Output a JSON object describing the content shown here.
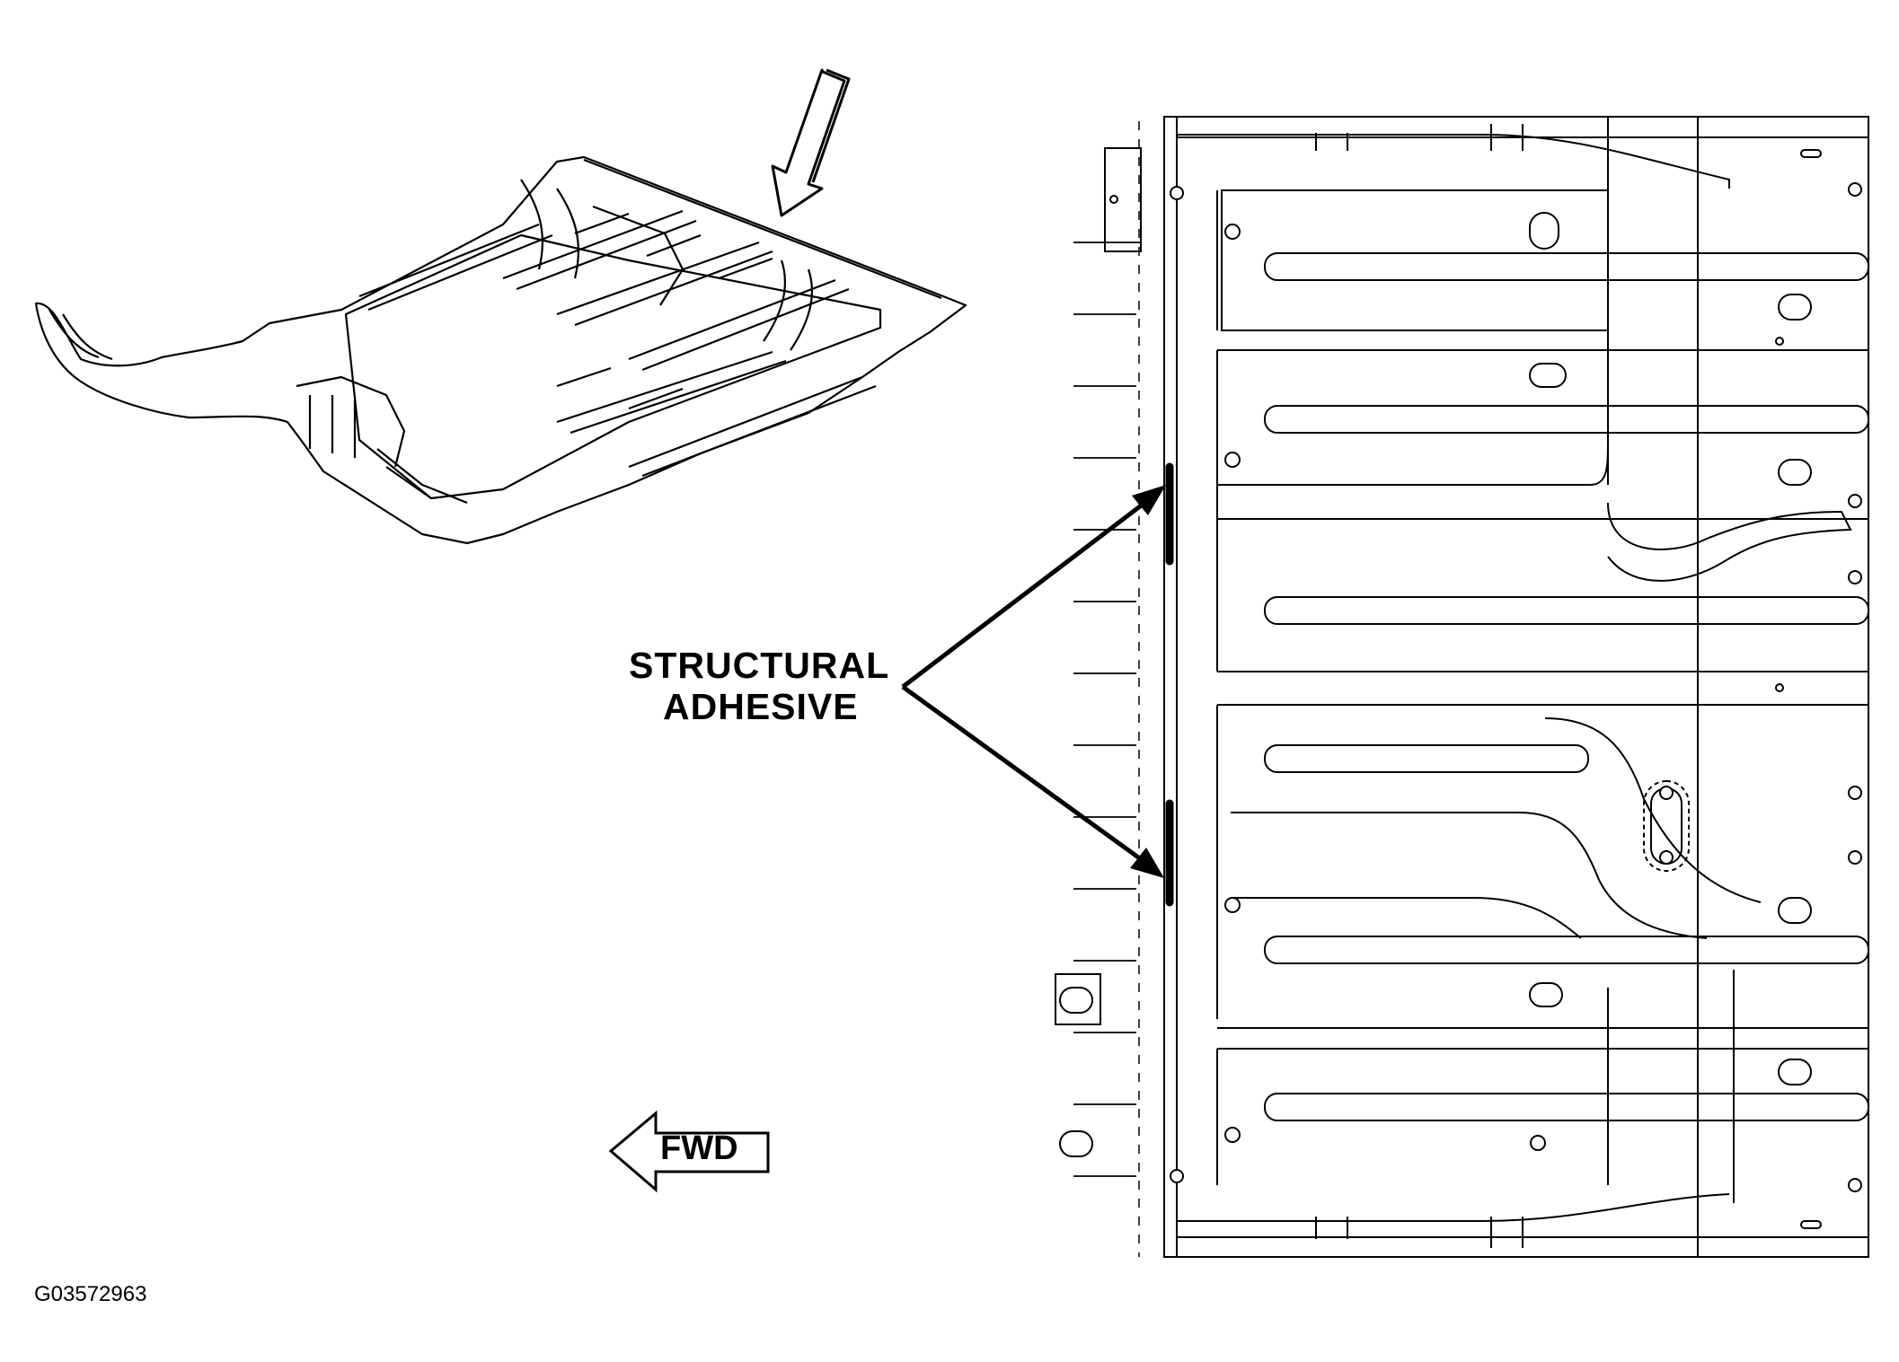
{
  "diagram": {
    "callout": {
      "line1": "STRUCTURAL",
      "line2": "ADHESIVE"
    },
    "direction_label": "FWD",
    "figure_id": "G03572963"
  }
}
